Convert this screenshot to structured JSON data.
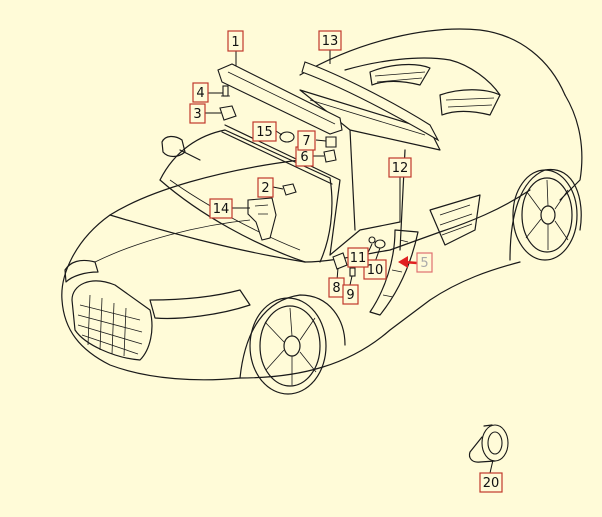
{
  "diagram": {
    "callouts": [
      {
        "id": "c1",
        "label": "1"
      },
      {
        "id": "c2",
        "label": "2"
      },
      {
        "id": "c3",
        "label": "3"
      },
      {
        "id": "c4",
        "label": "4"
      },
      {
        "id": "c5",
        "label": "5"
      },
      {
        "id": "c6",
        "label": "6"
      },
      {
        "id": "c7",
        "label": "7"
      },
      {
        "id": "c8",
        "label": "8"
      },
      {
        "id": "c9",
        "label": "9"
      },
      {
        "id": "c10",
        "label": "10"
      },
      {
        "id": "c11",
        "label": "11"
      },
      {
        "id": "c12",
        "label": "12"
      },
      {
        "id": "c13",
        "label": "13"
      },
      {
        "id": "c14",
        "label": "14"
      },
      {
        "id": "c15",
        "label": "15"
      },
      {
        "id": "c20",
        "label": "20"
      }
    ],
    "colors": {
      "background": "#fffbd8",
      "callout_border": "#c0392b",
      "highlight_arrow": "#e02020",
      "line": "#1a1a1a"
    }
  }
}
